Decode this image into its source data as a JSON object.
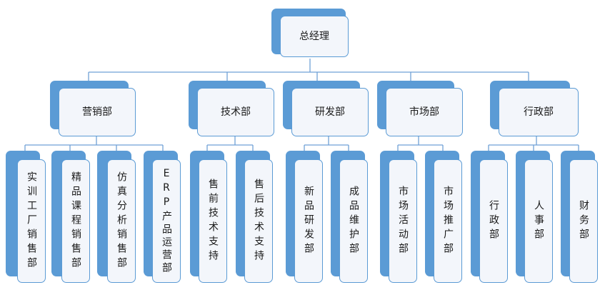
{
  "nodes": [
    {
      "id": "ceo",
      "label": "总经理"
    },
    {
      "id": "sales",
      "label": "营销部"
    },
    {
      "id": "tech",
      "label": "技术部"
    },
    {
      "id": "rd",
      "label": "研发部"
    },
    {
      "id": "market",
      "label": "市场部"
    },
    {
      "id": "admin",
      "label": "行政部"
    },
    {
      "id": "sales-1",
      "label": "实训工厂销售部"
    },
    {
      "id": "sales-2",
      "label": "精品课程销售部"
    },
    {
      "id": "sales-3",
      "label": "仿真分析销售部"
    },
    {
      "id": "sales-4",
      "label": "ERP产品运营部"
    },
    {
      "id": "tech-1",
      "label": "售前技术支持"
    },
    {
      "id": "tech-2",
      "label": "售后技术支持"
    },
    {
      "id": "rd-1",
      "label": "新品研发部"
    },
    {
      "id": "rd-2",
      "label": "成品维护部"
    },
    {
      "id": "market-1",
      "label": "市场活动部"
    },
    {
      "id": "market-2",
      "label": "市场推广部"
    },
    {
      "id": "admin-1",
      "label": "行政部"
    },
    {
      "id": "admin-2",
      "label": "人事部"
    },
    {
      "id": "admin-3",
      "label": "财务部"
    }
  ],
  "edges": [
    [
      "ceo",
      "sales"
    ],
    [
      "ceo",
      "tech"
    ],
    [
      "ceo",
      "rd"
    ],
    [
      "ceo",
      "market"
    ],
    [
      "ceo",
      "admin"
    ],
    [
      "sales",
      "sales-1"
    ],
    [
      "sales",
      "sales-2"
    ],
    [
      "sales",
      "sales-3"
    ],
    [
      "sales",
      "sales-4"
    ],
    [
      "tech",
      "tech-1"
    ],
    [
      "tech",
      "tech-2"
    ],
    [
      "rd",
      "rd-1"
    ],
    [
      "rd",
      "rd-2"
    ],
    [
      "market",
      "market-1"
    ],
    [
      "market",
      "market-2"
    ],
    [
      "admin",
      "admin-1"
    ],
    [
      "admin",
      "admin-2"
    ],
    [
      "admin",
      "admin-3"
    ]
  ]
}
